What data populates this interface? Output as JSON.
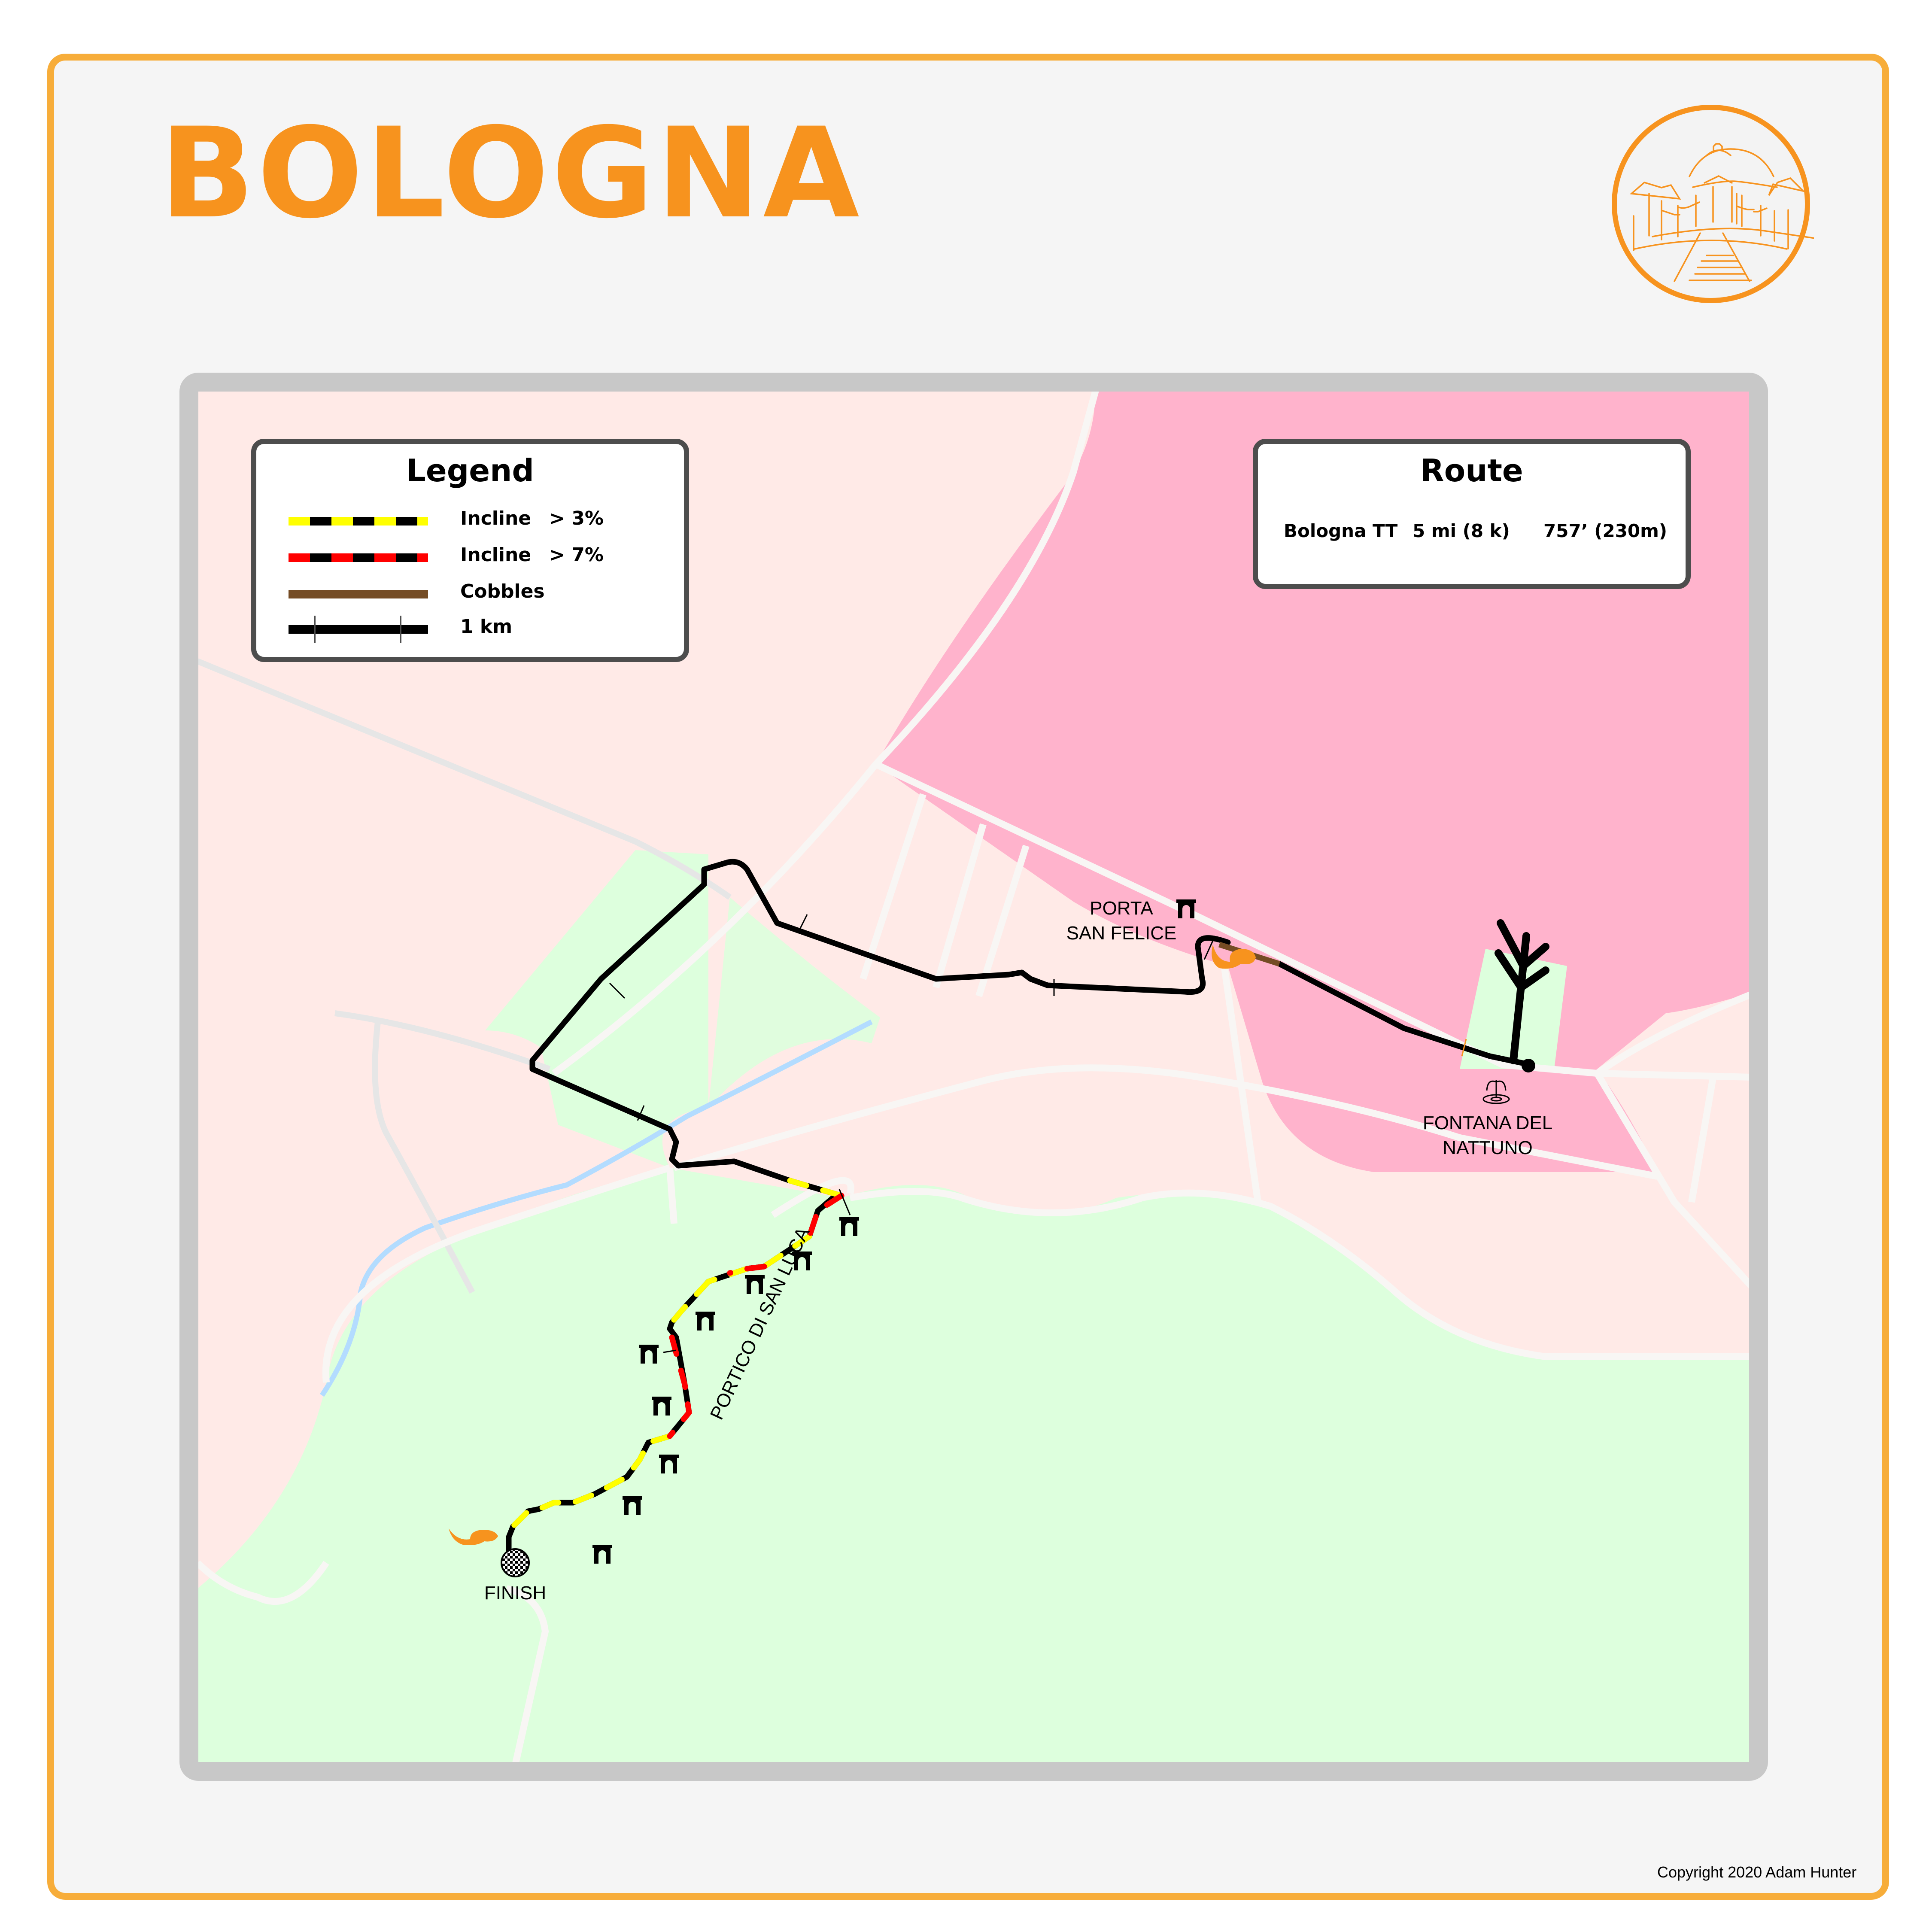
{
  "header": {
    "title": "BOLOGNA",
    "emblem": "san-luca-sanctuary-emblem"
  },
  "legend": {
    "title": "Legend",
    "items": [
      {
        "label": "Incline",
        "value": "> 3%",
        "style": "yellow-black-dash",
        "color": "#ffff00"
      },
      {
        "label": "Incline",
        "value": "> 7%",
        "style": "red-black-dash",
        "color": "#ff0000"
      },
      {
        "label": "Cobbles",
        "value": "",
        "style": "brown-line",
        "color": "#754c24"
      },
      {
        "label": "1 km",
        "value": "",
        "style": "black-line-with-ticks",
        "color": "#000000"
      }
    ]
  },
  "route": {
    "title": "Route",
    "name": "Bologna TT",
    "distance": "5 mi (8 k)",
    "elevation": "757’ (230m)"
  },
  "map": {
    "labels": {
      "porta_line1": "PORTA",
      "porta_line2": "SAN FELICE",
      "fontana_line1": "FONTANA DEL",
      "fontana_line2": "NATTUNO",
      "portico": "PORTICO DI SAN LUCA",
      "finish": "FINISH"
    },
    "icons": [
      "arch-icon",
      "squirrel-icon",
      "fountain-icon",
      "tree-icon",
      "checkered-flag-icon"
    ],
    "colors": {
      "city_center": "#ffb3cc",
      "urban": "#ffeae7",
      "park": "#ddffdd",
      "river": "#b3dcff",
      "road": "#f8f6f4",
      "route": "#000000",
      "accent": "#f7931e"
    }
  },
  "footer": {
    "copyright": "Copyright 2020 Adam Hunter"
  }
}
